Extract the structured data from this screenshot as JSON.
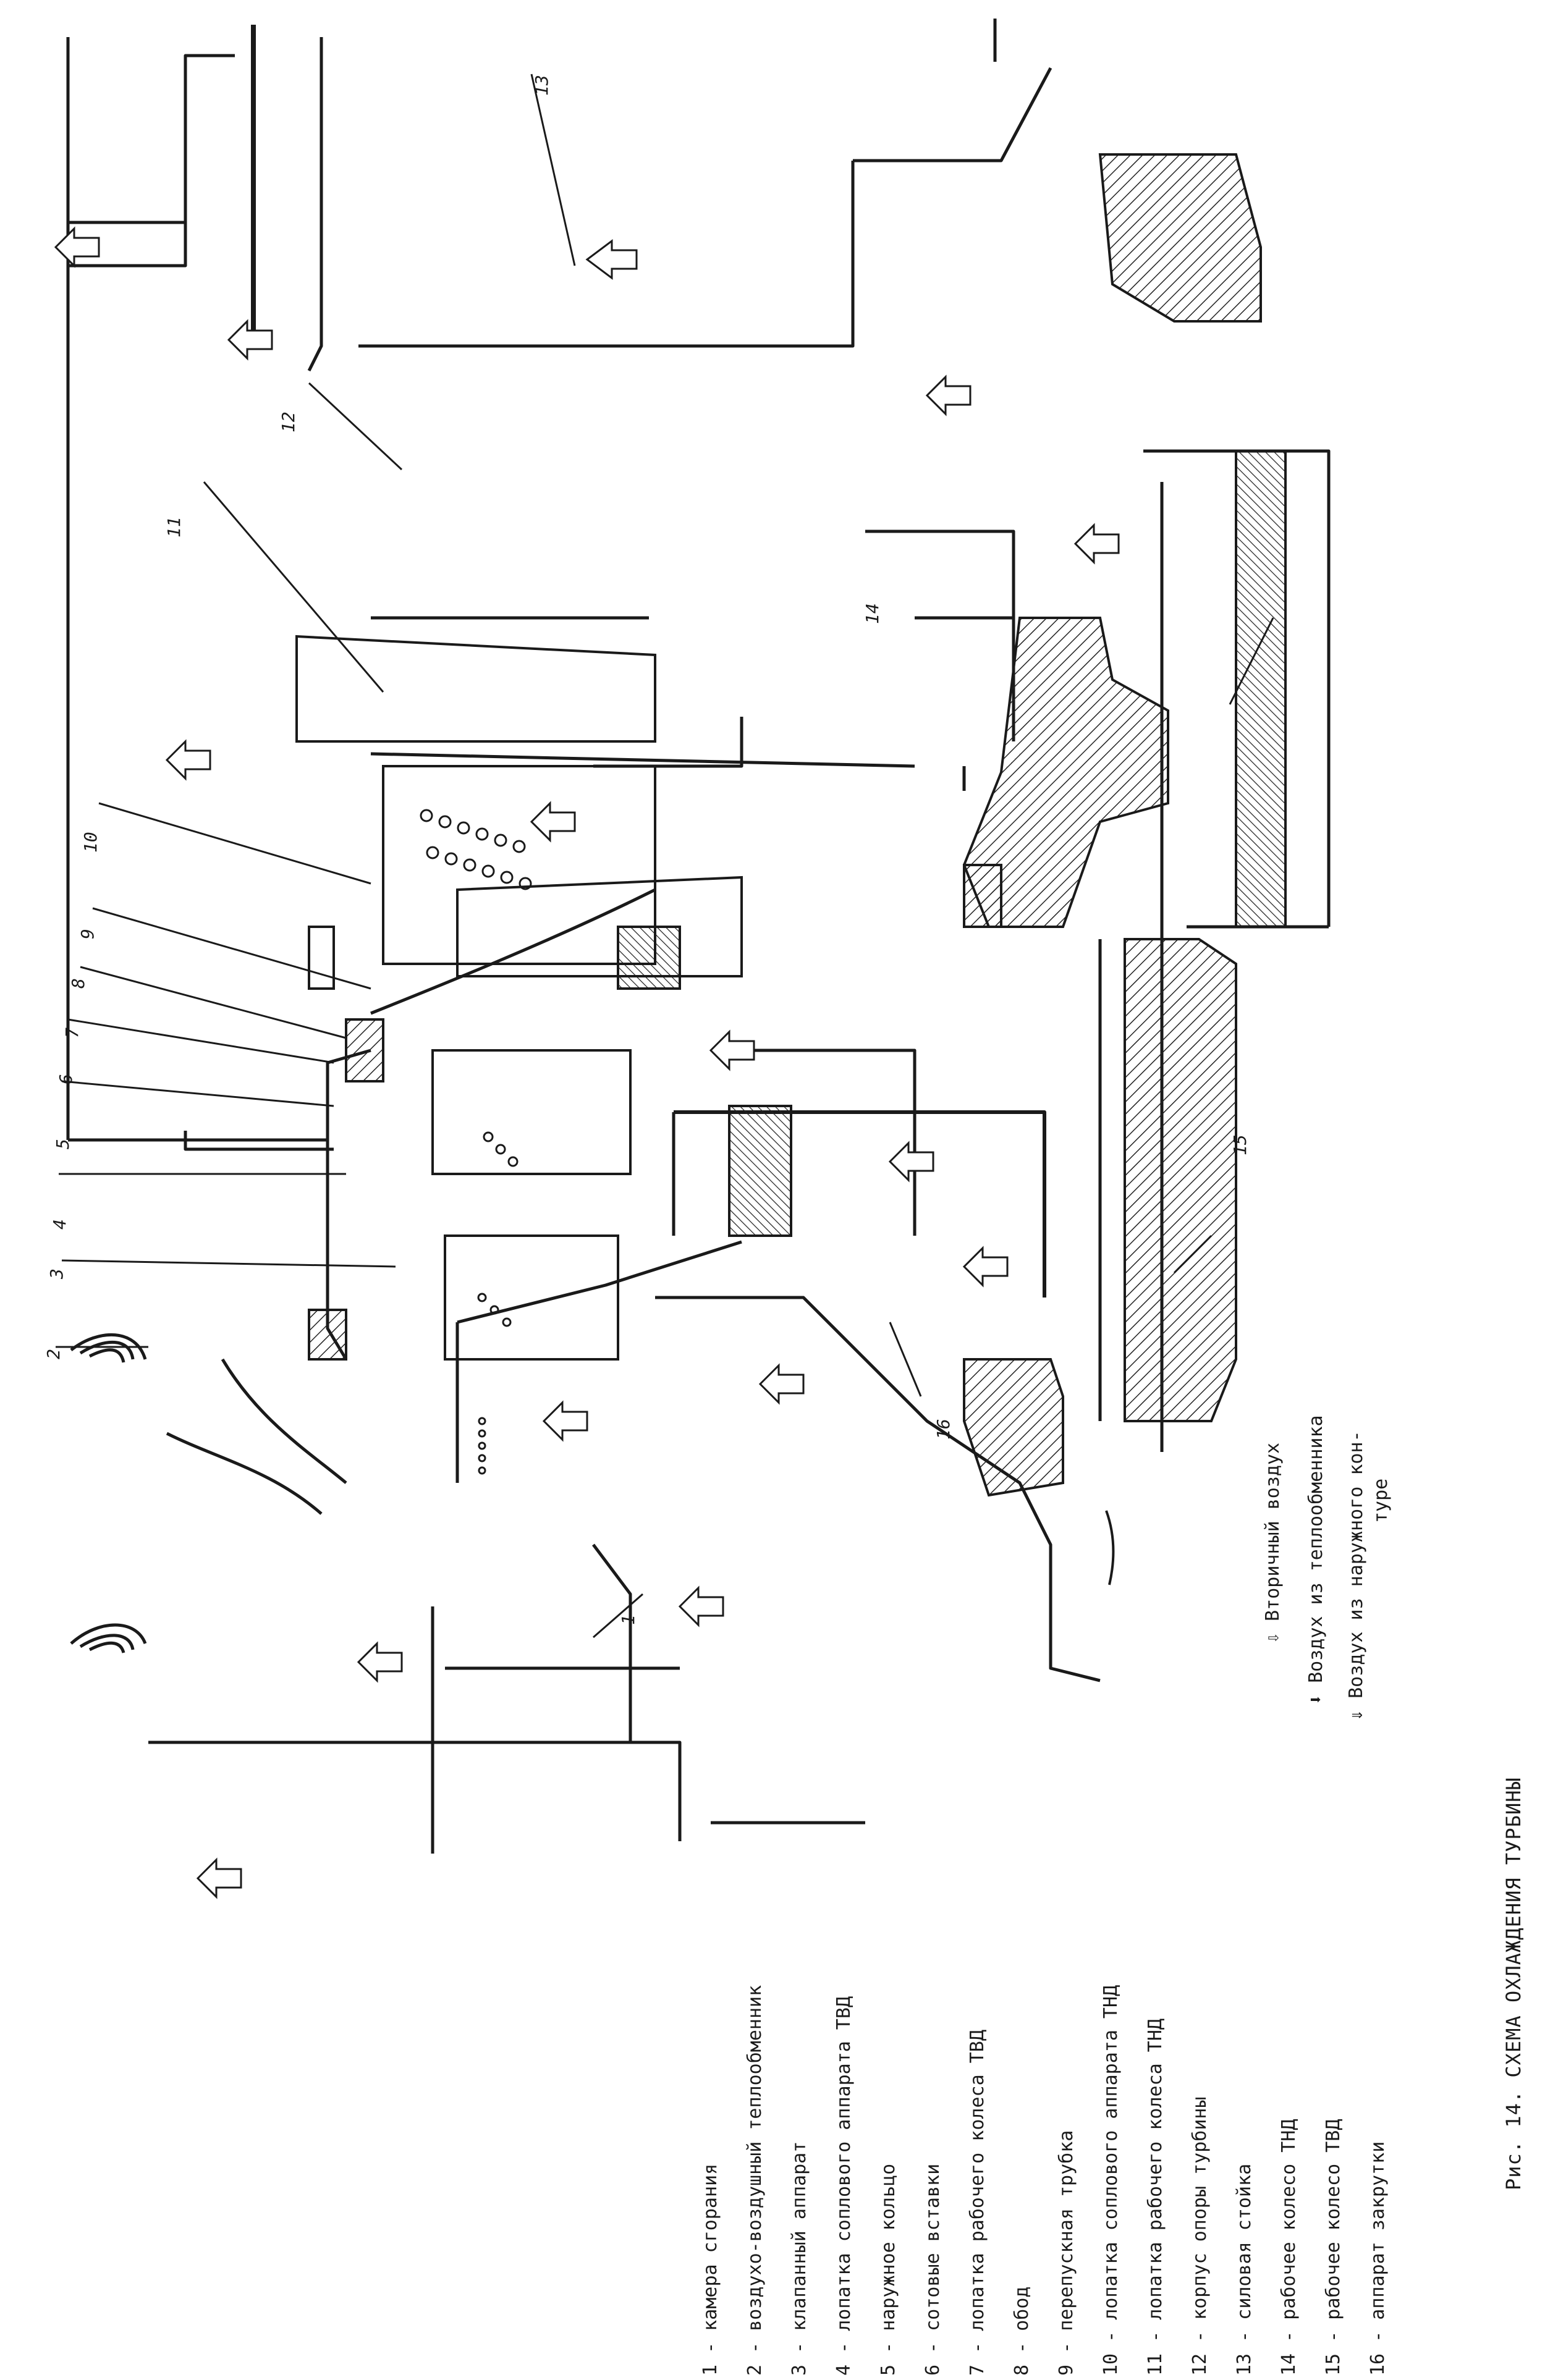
{
  "legend": {
    "items": [
      {
        "num": "1",
        "text": "камера сгорания"
      },
      {
        "num": "2",
        "text": "воздухо-воздушный теплообменник"
      },
      {
        "num": "3",
        "text": "клапанный аппарат"
      },
      {
        "num": "4",
        "text": "лопатка соплового аппарата ТВД"
      },
      {
        "num": "5",
        "text": "наружное кольцо"
      },
      {
        "num": "6",
        "text": "сотовые вставки"
      },
      {
        "num": "7",
        "text": "лопатка рабочего колеса ТВД"
      },
      {
        "num": "8",
        "text": "обод"
      },
      {
        "num": "9",
        "text": "перепускная трубка"
      },
      {
        "num": "10",
        "text": "лопатка соплового аппарата ТНД"
      },
      {
        "num": "11",
        "text": "лопатка рабочего колеса ТНД"
      },
      {
        "num": "12",
        "text": "корпус опоры турбины"
      },
      {
        "num": "13",
        "text": "силовая стойка"
      },
      {
        "num": "14",
        "text": "рабочее колесо ТНД"
      },
      {
        "num": "15",
        "text": "рабочее колесо ТВД"
      },
      {
        "num": "16",
        "text": "аппарат закрутки"
      }
    ]
  },
  "arrow_key": {
    "items": [
      {
        "text": "Вторичный воздух",
        "icon": "hollow-arrow"
      },
      {
        "text": "Воздух из теплообменника",
        "icon": "striped-arrow"
      },
      {
        "text": "Воздух из наружного кон-",
        "icon": "dotted-arrow"
      },
      {
        "text": "туре",
        "icon": ""
      }
    ]
  },
  "caption": "Рис. 14. СХЕМА ОХЛАЖДЕНИЯ ТУРБИНЫ",
  "callouts": [
    "1",
    "2",
    "3",
    "4",
    "5",
    "6",
    "7",
    "8",
    "9",
    "10",
    "11",
    "12",
    "13",
    "14",
    "15",
    "16"
  ]
}
